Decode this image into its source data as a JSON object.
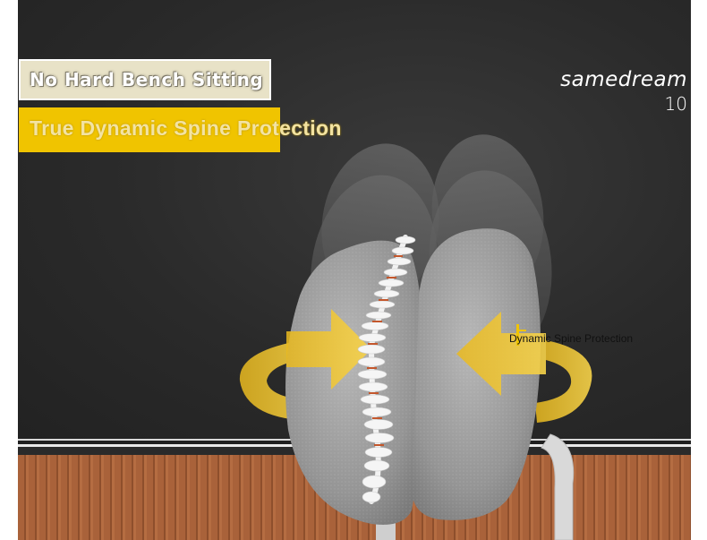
{
  "product": {
    "brand": "samedream",
    "model": "10"
  },
  "badges": {
    "top_label": "No Hard Bench Sitting",
    "highlight_label": "True Dynamic Spine Protection"
  },
  "callout": {
    "text": "Dynamic Spine Protection"
  },
  "colors": {
    "wall": "#2a2a2a",
    "accent_yellow": "#f0c400",
    "cushion_gray": "#9a9a9a",
    "wood": "#a9623a"
  },
  "icons": {
    "left_arrow": "rotate-right-arrow-icon",
    "right_arrow": "rotate-left-arrow-icon",
    "spine": "spine-illustration"
  }
}
